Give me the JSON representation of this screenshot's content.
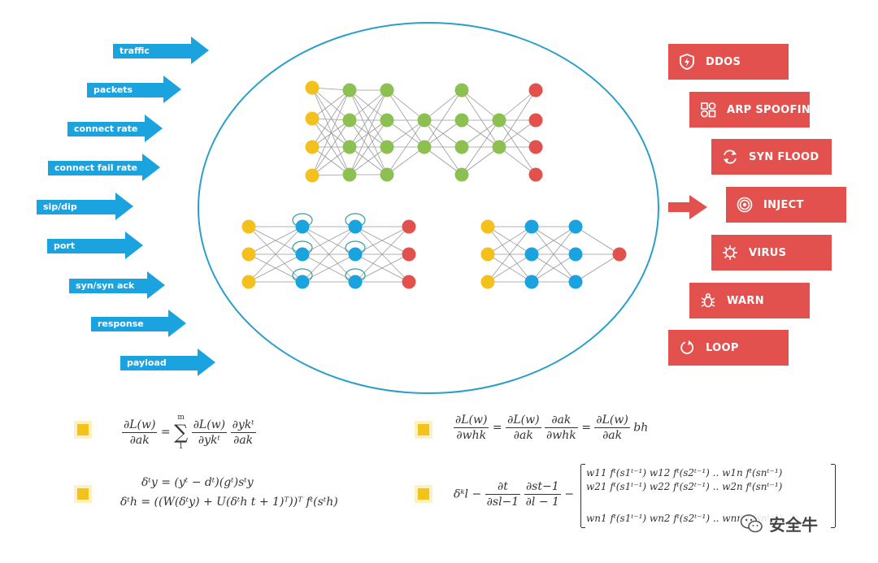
{
  "inputs": [
    {
      "label": "traffic"
    },
    {
      "label": "packets"
    },
    {
      "label": "connect rate"
    },
    {
      "label": "connect fail rate"
    },
    {
      "label": "sip/dip"
    },
    {
      "label": "port"
    },
    {
      "label": "syn/syn ack"
    },
    {
      "label": "response"
    },
    {
      "label": "payload"
    }
  ],
  "outputs": [
    {
      "label": "DDOS",
      "icon": "shield-bolt-icon"
    },
    {
      "label": "ARP SPOOFING",
      "icon": "grid-shapes-icon"
    },
    {
      "label": "SYN FLOOD",
      "icon": "cycle-arrows-icon"
    },
    {
      "label": "INJECT",
      "icon": "target-icon"
    },
    {
      "label": "VIRUS",
      "icon": "virus-icon"
    },
    {
      "label": "WARN",
      "icon": "bug-icon"
    },
    {
      "label": "LOOP",
      "icon": "loop-icon"
    }
  ],
  "colors": {
    "input_arrow": "#1ba3e0",
    "threat_box": "#e2514d",
    "node_input": "#f4c01c",
    "node_hidden_green": "#8cc152",
    "node_hidden_blue": "#1ba3e0",
    "node_output": "#e2514d",
    "ellipse": "#2a9fc9",
    "bullet": "#f3c21b"
  },
  "formulas": {
    "f1_lhs_num": "∂L(w)",
    "f1_lhs_den": "∂ak",
    "f1_sum_top": "m",
    "f1_sum_bot": "1",
    "f1_t1_num": "∂L(w)",
    "f1_t1_den": "∂ykᵗ",
    "f1_t2_num": "∂ykᵗ",
    "f1_t2_den": "∂ak",
    "f2_lhs_num": "∂L(w)",
    "f2_lhs_den": "∂whk",
    "f2_m1_num": "∂L(w)",
    "f2_m1_den": "∂ak",
    "f2_m2_num": "∂ak",
    "f2_m2_den": "∂whk",
    "f2_r_num": "∂L(w)",
    "f2_r_den": "∂ak",
    "f2_tail": "bh",
    "f3_line1": "δᵗy = (yᵗ − dᵗ)(gᵗ)sᵗy",
    "f3_line2": "δᵗh = ((W(δᵗy) + U(δᵗh t + 1)ᵀ))ᵀ fᵗ(sᵗh)",
    "f4_lhs": "δᵏl −",
    "f4_a_num": "∂t",
    "f4_a_den": "∂sl−1",
    "f4_b_num": "∂st−1",
    "f4_b_den": "∂l − 1",
    "f4_dash": "−",
    "matrix_row1": "w11 fᵗ(s1ᵗ⁻¹)   w12 fᵗ(s2ᵗ⁻¹)   ..   w1n fᵗ(snᵗ⁻¹)",
    "matrix_row2": "w21 fᵗ(s1ᵗ⁻¹)   w22 fᵗ(s2ᵗ⁻¹)   ..   w2n fᵗ(snᵗ⁻¹)",
    "matrix_row3": "wn1 fᵗ(s1ᵗ⁻¹)   wn2 fᵗ(s2ᵗ⁻¹)   ..   wnn fᵗ(snᵗ⁻¹)"
  },
  "watermark": {
    "text": "安全牛"
  }
}
